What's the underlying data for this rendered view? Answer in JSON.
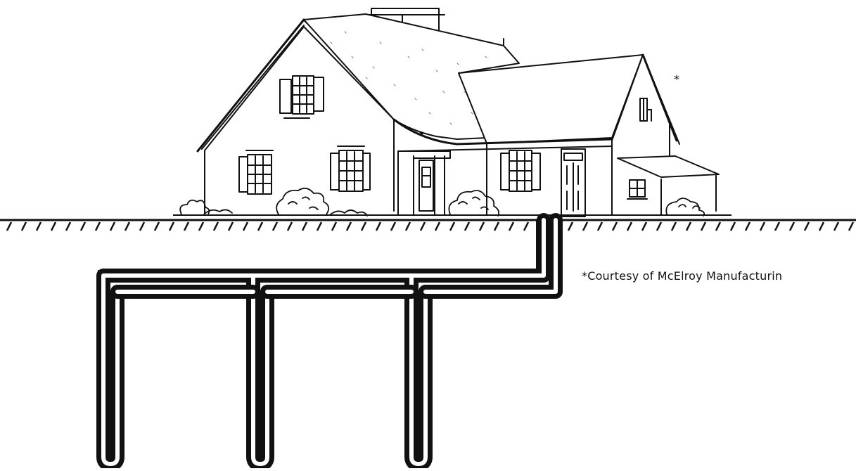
{
  "figure": {
    "house_marker": "*",
    "caption": "*Courtesy of McElroy Manufacturin"
  },
  "colors": {
    "ink": "#111111",
    "background": "#ffffff"
  },
  "elements": {
    "house": "house-drawing",
    "ground": "ground-surface",
    "loop": "ground-loop-pipe",
    "boreholes": 3
  }
}
